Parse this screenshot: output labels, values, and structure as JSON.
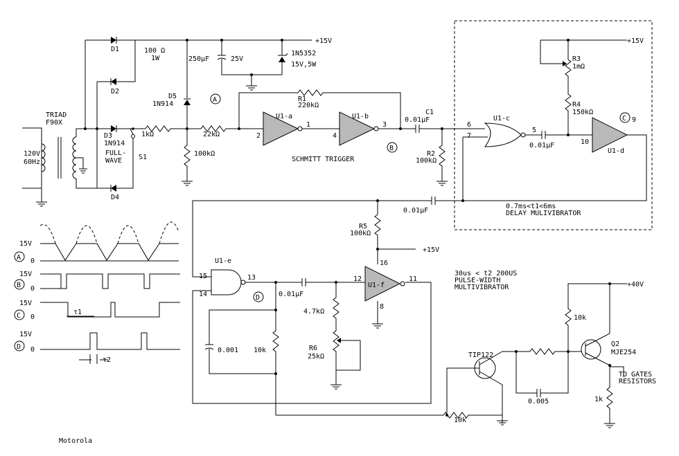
{
  "rails": {
    "plus15_top": "+15V",
    "plus15_r3": "+15V",
    "plus15_mid": "+15V",
    "plus40": "+40V"
  },
  "transformer": {
    "name": "TRIAD",
    "model": "F90X",
    "voltage": "120V",
    "freq": "60Hz"
  },
  "diodes": {
    "d1": "D1",
    "d2": "D2",
    "d3": "D3",
    "d3_part": "1N914",
    "d4": "D4",
    "d5": "D5",
    "d5_part": "1N914"
  },
  "switch": {
    "s1": "S1",
    "label1": "FULL-",
    "label2": "WAVE"
  },
  "resistors": {
    "r100": "100 Ω",
    "r100_w": "1W",
    "r1k": "1kΩ",
    "r22k": "22kΩ",
    "r100k": "100kΩ",
    "r1": "R1",
    "r1_val": "220kΩ",
    "r2": "R2",
    "r2_val": "100kΩ",
    "r3": "R3",
    "r3_val": "1mΩ",
    "r4": "R4",
    "r4_val": "150kΩ",
    "r5": "R5",
    "r5_val": "100kΩ",
    "r47k": "4.7kΩ",
    "r6": "R6",
    "r6_val": "25kΩ",
    "r10k_a": "10k",
    "r10k_b": "10k",
    "r10k_c": "10k",
    "r1k_out": "1k"
  },
  "caps": {
    "c250": "250μF",
    "c250_v": "25V",
    "c1": "C1",
    "c1_val": "0.01μF",
    "c_mid": "0.01μF",
    "c_fb": "0.01μF",
    "c_d": "0.01μF",
    "c001": "0.001",
    "c005": "0.005"
  },
  "zener": {
    "part": "1N5352",
    "rating": "15V,5W"
  },
  "gates": {
    "u1a": "U1-a",
    "u1b": "U1-b",
    "u1c": "U1-c",
    "u1d": "U1-d",
    "u1e": "U1-e",
    "u1f": "U1-f"
  },
  "pins": {
    "p1": "1",
    "p2": "2",
    "p3": "3",
    "p4": "4",
    "p5": "5",
    "p6": "6",
    "p7": "7",
    "p8": "8",
    "p9": "9",
    "p10": "10",
    "p11": "11",
    "p12": "12",
    "p13": "13",
    "p14": "14",
    "p15": "15",
    "p16": "16"
  },
  "labels": {
    "schmitt": "SCHMITT TRIGGER",
    "t1_range": "0.7ms<t1<6ms",
    "delay": "DELAY MULIVIBRATOR",
    "t2_range": "30us < t2 200US",
    "pw1": "PULSE-WIDTH",
    "pw2": "MULTIVIBRATOR",
    "tip": "TIP122",
    "q2": "Q2",
    "q2_part": "MJE254",
    "to1": "TO GATES",
    "to2": "RESISTORS",
    "maker": "Motorola"
  },
  "nodes": {
    "a": "A",
    "b": "B",
    "c": "C",
    "d": "D"
  },
  "timing": {
    "v15": "15V",
    "zero": "0",
    "t1": "τ1",
    "t2": "τ2"
  }
}
